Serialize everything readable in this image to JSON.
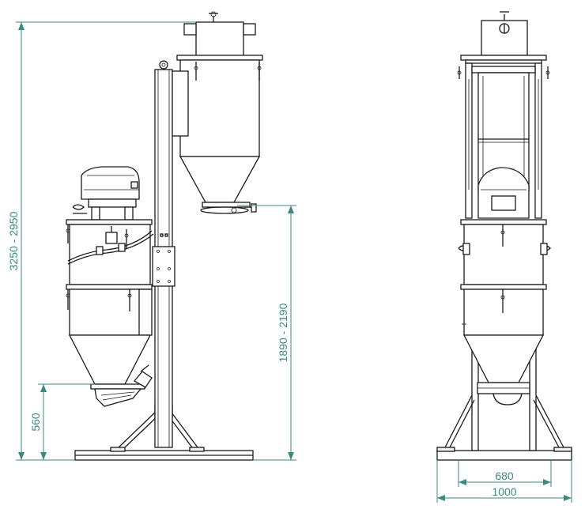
{
  "dimensions": {
    "total_height": "3250 - 2950",
    "outlet_height": "1890 - 2190",
    "lower_outlet_height": "560",
    "inner_width": "680",
    "outer_width": "1000"
  },
  "colors": {
    "dimension": "#3a8a82",
    "line": "#1a1a1a",
    "background": "#ffffff"
  }
}
